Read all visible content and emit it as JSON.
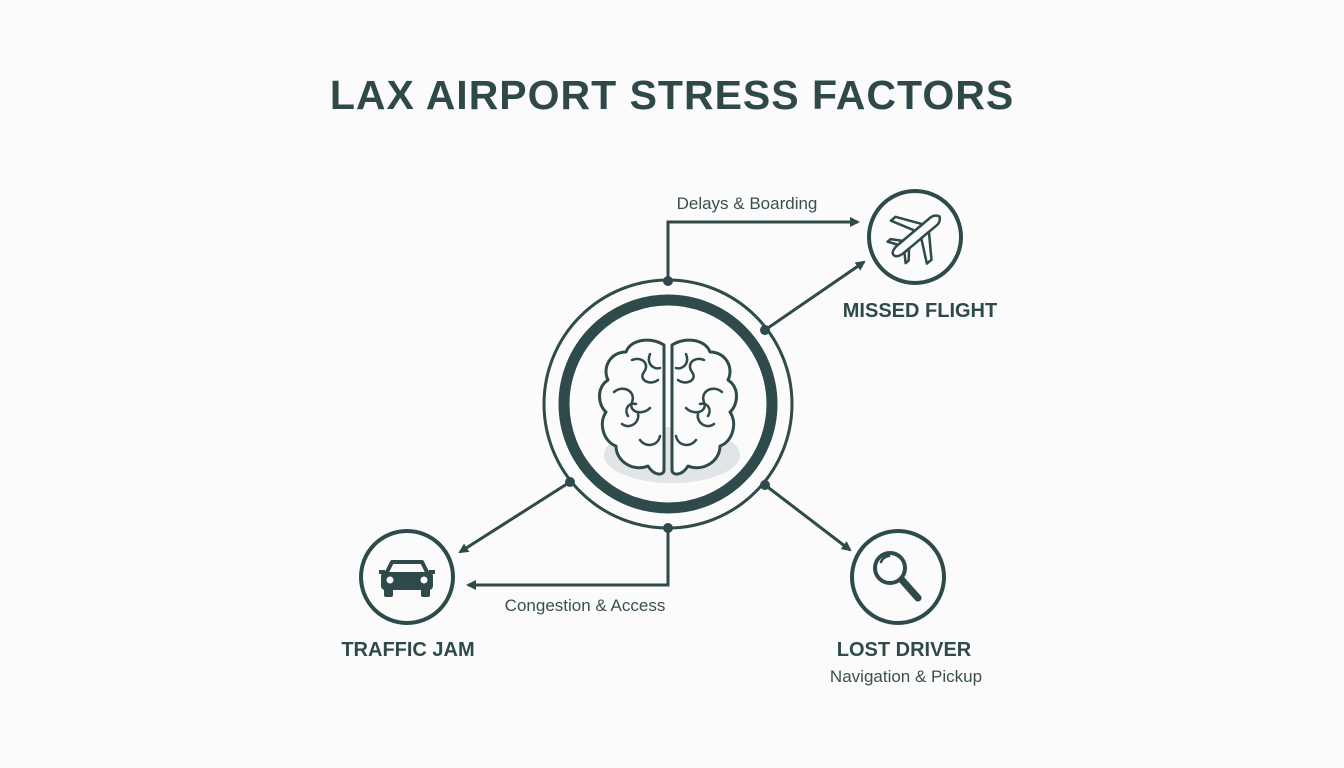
{
  "title": "LAX AIRPORT STRESS FACTORS",
  "colors": {
    "primary": "#2e4a4a",
    "background": "#fafbfa",
    "shadow": "#dfe3e3"
  },
  "center": {
    "icon": "brain-icon"
  },
  "nodes": [
    {
      "label": "MISSED FLIGHT",
      "icon": "airplane-icon",
      "edge_label": "Delays & Boarding"
    },
    {
      "label": "TRAFFIC JAM",
      "icon": "car-icon",
      "edge_label": "Congestion & Access"
    },
    {
      "label": "LOST DRIVER",
      "icon": "magnifier-icon",
      "sublabel": "Navigation & Pickup"
    }
  ]
}
